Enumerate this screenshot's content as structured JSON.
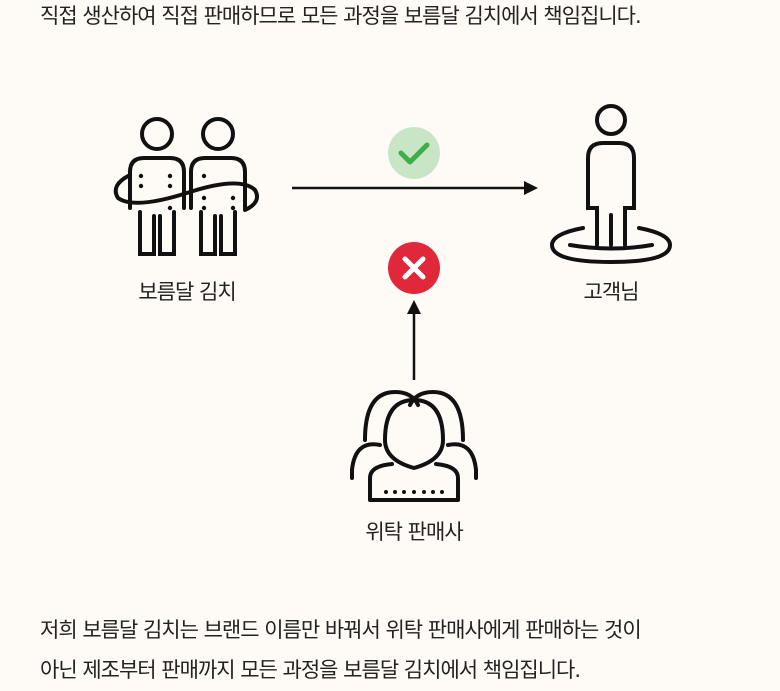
{
  "intro_text": "직접 생산하여 직접 판매하므로 모든 과정을 보름달 김치에서 책임집니다.",
  "diagram": {
    "brand_label": "보름달 김치",
    "customer_label": "고객님",
    "reseller_label": "위탁 판매사",
    "check_color": "#3fae4a",
    "check_bg": "#c8e6c6",
    "cross_color": "#e0283a"
  },
  "body_lines": [
    "저희 보름달 김치는 브랜드 이름만 바꿔서 위탁 판매사에게 판매하는 것이",
    "아닌 제조부터 판매까지 모든 과정을 보름달 김치에서 책임집니다."
  ]
}
